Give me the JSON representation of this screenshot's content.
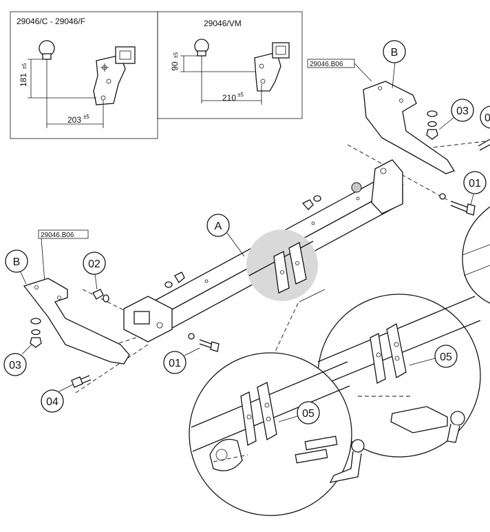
{
  "inset_left": {
    "title": "29046/C - 29046/F",
    "dim_vertical": "181",
    "dim_vertical_tol": "±5",
    "dim_horizontal": "203",
    "dim_horizontal_tol": "±5"
  },
  "inset_right": {
    "title": "29046/VM",
    "dim_vertical": "90",
    "dim_vertical_tol": "±5",
    "dim_horizontal": "210",
    "dim_horizontal_tol": "±5"
  },
  "part_tags": {
    "right_bracket": "29046.B06",
    "left_bracket": "29046.B06"
  },
  "callouts": {
    "A": "A",
    "B_right": "B",
    "B_left": "B",
    "c01_right": "01",
    "c01_left": "01",
    "c02": "02",
    "c03_right": "03",
    "c03_left": "03",
    "c04": "04",
    "c05_top": "05",
    "c05_bottom": "05",
    "cut_edge": "0"
  }
}
